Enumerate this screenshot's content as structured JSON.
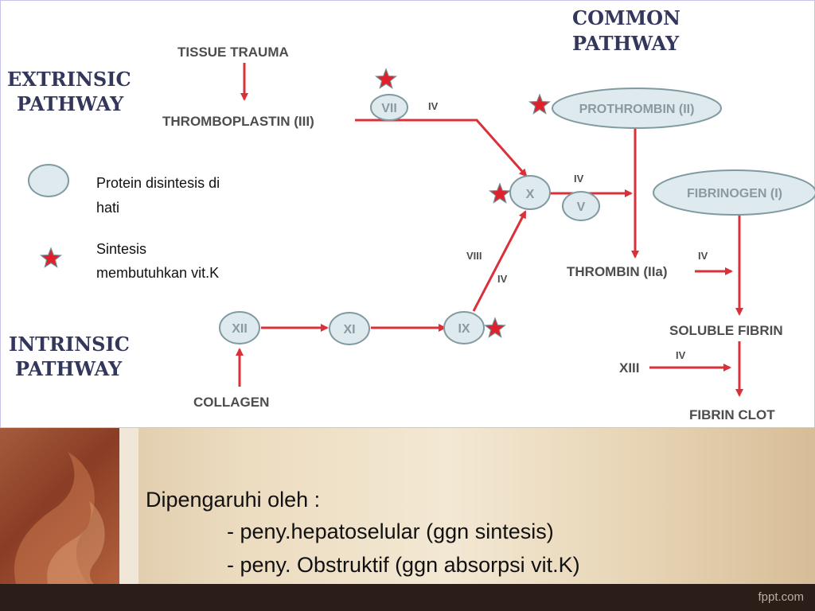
{
  "diagram": {
    "extrinsic_title": [
      "EXTRINSIC",
      "PATHWAY"
    ],
    "intrinsic_title": [
      "INTRINSIC",
      "PATHWAY"
    ],
    "common_title": [
      "COMMON",
      "PATHWAY"
    ],
    "tissue_trauma": "TISSUE TRAUMA",
    "thromboplastin": "THROMBOPLASTIN (III)",
    "factor_vii": "VII",
    "cofactor_iv_1": "IV",
    "prothrombin": "PROTHROMBIN (II)",
    "factor_x": "X",
    "cofactor_iv_2": "IV",
    "factor_v": "V",
    "fibrinogen": "FIBRINOGEN (I)",
    "cofactor_viii": "VIII",
    "cofactor_iv_3": "IV",
    "thrombin": "THROMBIN (IIa)",
    "cofactor_iv_4": "IV",
    "factor_xii": "XII",
    "factor_xi": "XI",
    "factor_ix": "IX",
    "soluble_fibrin": "SOLUBLE FIBRIN",
    "factor_xiii": "XIII",
    "cofactor_iv_5": "IV",
    "collagen": "COLLAGEN",
    "fibrin_clot": "FIBRIN CLOT"
  },
  "legend": {
    "liver_protein": [
      "Protein disintesis di",
      "hati"
    ],
    "vitk": [
      "Sintesis",
      "membutuhkan vit.K"
    ]
  },
  "banner": {
    "heading": "Dipengaruhi oleh :",
    "items": [
      "- peny.hepatoselular (ggn sintesis)",
      "- peny. Obstruktif (ggn absorpsi vit.K)"
    ]
  },
  "footer": {
    "watermark": "fppt.com"
  },
  "colors": {
    "arrow": "#d9303a",
    "oval_fill": "#deeaed",
    "oval_stroke": "#7f9aa1",
    "star": "#e0202a",
    "title": "#34375c"
  }
}
